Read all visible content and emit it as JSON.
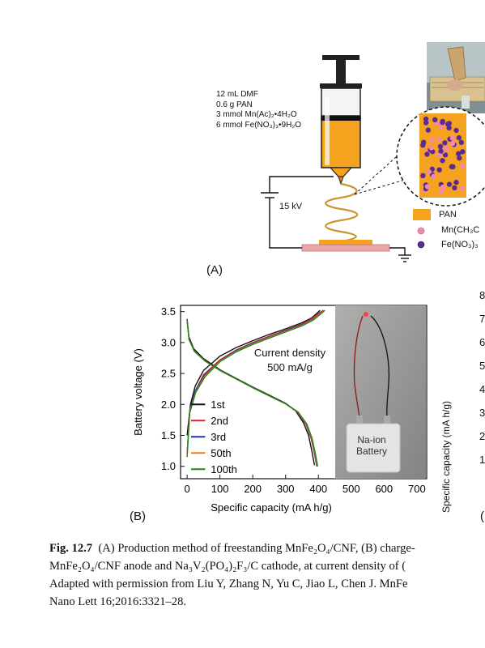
{
  "panelA": {
    "label": "(A)",
    "recipe": [
      "12 mL DMF",
      "0.6 g PAN",
      "3 mmol Mn(Ac)₂•4H₂O",
      "6 mmol Fe(NO₃)₃•9H₂O"
    ],
    "voltage": "15 kV",
    "legend": [
      "PAN",
      "Mn(CH₃C",
      "Fe(NO₃)₃"
    ]
  },
  "panelB": {
    "label": "(B)",
    "annotation_line1": "Current density",
    "annotation_line2": "500 mA/g",
    "battery_label_line1": "Na-ion",
    "battery_label_line2": "Battery",
    "right_axis_label": "Specific capacity (mA h/g)",
    "right_ticks": [
      "8",
      "7",
      "6",
      "5",
      "4",
      "3",
      "2",
      "1"
    ],
    "right_label": "("
  },
  "chart_data": {
    "type": "line",
    "xlabel": "Specific capacity (mA h/g)",
    "ylabel": "Battery voltage (V)",
    "xlim": [
      -20,
      730
    ],
    "ylim": [
      0.8,
      3.6
    ],
    "xticks": [
      0,
      100,
      200,
      300,
      400,
      500,
      600,
      700
    ],
    "yticks": [
      1.0,
      1.5,
      2.0,
      2.5,
      3.0,
      3.5
    ],
    "legend_position": "lower-left",
    "series": [
      {
        "name": "1st",
        "color": "#111111",
        "charge": [
          [
            0,
            1.5
          ],
          [
            10,
            2.0
          ],
          [
            25,
            2.3
          ],
          [
            50,
            2.55
          ],
          [
            100,
            2.78
          ],
          [
            150,
            2.92
          ],
          [
            200,
            3.03
          ],
          [
            250,
            3.13
          ],
          [
            300,
            3.22
          ],
          [
            350,
            3.32
          ],
          [
            380,
            3.4
          ],
          [
            395,
            3.47
          ],
          [
            405,
            3.52
          ]
        ],
        "discharge": [
          [
            0,
            3.38
          ],
          [
            5,
            3.1
          ],
          [
            20,
            2.9
          ],
          [
            50,
            2.74
          ],
          [
            100,
            2.56
          ],
          [
            150,
            2.42
          ],
          [
            200,
            2.28
          ],
          [
            250,
            2.15
          ],
          [
            300,
            2.02
          ],
          [
            330,
            1.9
          ],
          [
            355,
            1.7
          ],
          [
            370,
            1.5
          ],
          [
            380,
            1.25
          ],
          [
            388,
            1.02
          ]
        ]
      },
      {
        "name": "2nd",
        "color": "#e02020",
        "charge": [
          [
            0,
            1.2
          ],
          [
            8,
            1.9
          ],
          [
            25,
            2.22
          ],
          [
            50,
            2.48
          ],
          [
            100,
            2.72
          ],
          [
            150,
            2.88
          ],
          [
            200,
            3.0
          ],
          [
            250,
            3.1
          ],
          [
            300,
            3.2
          ],
          [
            350,
            3.3
          ],
          [
            380,
            3.39
          ],
          [
            400,
            3.47
          ],
          [
            415,
            3.52
          ]
        ],
        "discharge": [
          [
            0,
            3.36
          ],
          [
            6,
            3.05
          ],
          [
            22,
            2.86
          ],
          [
            55,
            2.7
          ],
          [
            100,
            2.55
          ],
          [
            150,
            2.41
          ],
          [
            200,
            2.27
          ],
          [
            250,
            2.14
          ],
          [
            300,
            2.01
          ],
          [
            335,
            1.88
          ],
          [
            362,
            1.68
          ],
          [
            378,
            1.45
          ],
          [
            388,
            1.2
          ],
          [
            395,
            1.0
          ]
        ]
      },
      {
        "name": "3rd",
        "color": "#2030c0",
        "charge": [
          [
            0,
            1.2
          ],
          [
            8,
            1.9
          ],
          [
            25,
            2.22
          ],
          [
            52,
            2.47
          ],
          [
            100,
            2.71
          ],
          [
            150,
            2.87
          ],
          [
            200,
            2.99
          ],
          [
            250,
            3.09
          ],
          [
            300,
            3.19
          ],
          [
            350,
            3.29
          ],
          [
            382,
            3.38
          ],
          [
            402,
            3.46
          ],
          [
            417,
            3.52
          ]
        ],
        "discharge": [
          [
            0,
            3.36
          ],
          [
            6,
            3.05
          ],
          [
            22,
            2.86
          ],
          [
            55,
            2.7
          ],
          [
            100,
            2.55
          ],
          [
            150,
            2.41
          ],
          [
            200,
            2.27
          ],
          [
            250,
            2.14
          ],
          [
            300,
            2.01
          ],
          [
            336,
            1.88
          ],
          [
            363,
            1.68
          ],
          [
            379,
            1.45
          ],
          [
            389,
            1.2
          ],
          [
            396,
            1.0
          ]
        ]
      },
      {
        "name": "50th",
        "color": "#f07a10",
        "charge": [
          [
            0,
            1.2
          ],
          [
            8,
            1.88
          ],
          [
            26,
            2.2
          ],
          [
            54,
            2.46
          ],
          [
            100,
            2.7
          ],
          [
            150,
            2.86
          ],
          [
            200,
            2.98
          ],
          [
            250,
            3.08
          ],
          [
            300,
            3.18
          ],
          [
            350,
            3.28
          ],
          [
            383,
            3.37
          ],
          [
            404,
            3.46
          ],
          [
            418,
            3.52
          ]
        ],
        "discharge": [
          [
            0,
            3.36
          ],
          [
            6,
            3.05
          ],
          [
            22,
            2.86
          ],
          [
            56,
            2.7
          ],
          [
            100,
            2.55
          ],
          [
            150,
            2.41
          ],
          [
            200,
            2.27
          ],
          [
            250,
            2.14
          ],
          [
            300,
            2.01
          ],
          [
            337,
            1.88
          ],
          [
            364,
            1.68
          ],
          [
            380,
            1.45
          ],
          [
            390,
            1.2
          ],
          [
            397,
            1.0
          ]
        ]
      },
      {
        "name": "100th",
        "color": "#1a8a1a",
        "charge": [
          [
            0,
            1.15
          ],
          [
            8,
            1.86
          ],
          [
            26,
            2.19
          ],
          [
            55,
            2.45
          ],
          [
            100,
            2.69
          ],
          [
            150,
            2.85
          ],
          [
            200,
            2.97
          ],
          [
            250,
            3.07
          ],
          [
            300,
            3.17
          ],
          [
            350,
            3.27
          ],
          [
            384,
            3.36
          ],
          [
            405,
            3.45
          ],
          [
            420,
            3.52
          ]
        ],
        "discharge": [
          [
            0,
            3.36
          ],
          [
            6,
            3.05
          ],
          [
            22,
            2.86
          ],
          [
            56,
            2.7
          ],
          [
            100,
            2.55
          ],
          [
            150,
            2.41
          ],
          [
            200,
            2.27
          ],
          [
            250,
            2.14
          ],
          [
            300,
            2.01
          ],
          [
            338,
            1.88
          ],
          [
            365,
            1.68
          ],
          [
            381,
            1.45
          ],
          [
            391,
            1.2
          ],
          [
            398,
            1.0
          ]
        ]
      }
    ]
  },
  "caption": {
    "label": "Fig. 12.7",
    "line1": "(A) Production method of freestanding MnFe₂O₄/CNF, (B) charge-",
    "line2": "MnFe₂O₄/CNF anode and Na₃V₂(PO₄)₂F₃/C cathode, at current density of (",
    "line3": "Adapted with permission from Liu Y, Zhang N, Yu C, Jiao L, Chen J. MnFe",
    "line4": "Nano Lett 16;2016:3321–28."
  }
}
